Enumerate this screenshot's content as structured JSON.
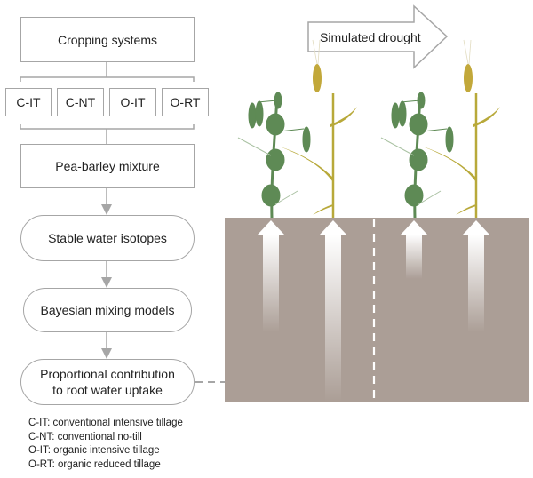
{
  "flowchart": {
    "cropping_systems": "Cropping systems",
    "systems": [
      "C-IT",
      "C-NT",
      "O-IT",
      "O-RT"
    ],
    "mixture": "Pea-barley mixture",
    "isotopes": "Stable water isotopes",
    "models": "Bayesian mixing models",
    "contribution_line1": "Proportional contribution",
    "contribution_line2": "to root water uptake"
  },
  "legend": [
    "C-IT: conventional intensive tillage",
    "C-NT: conventional no-till",
    "O-IT: organic intensive tillage",
    "O-RT: organic reduced tillage"
  ],
  "illustration": {
    "drought_label": "Simulated drought",
    "colors": {
      "soil": "#ab9e96",
      "pea": "#5e8a55",
      "barley": "#b8a93a",
      "box_border": "#a6a6a6",
      "connector": "#a6a6a6"
    }
  }
}
